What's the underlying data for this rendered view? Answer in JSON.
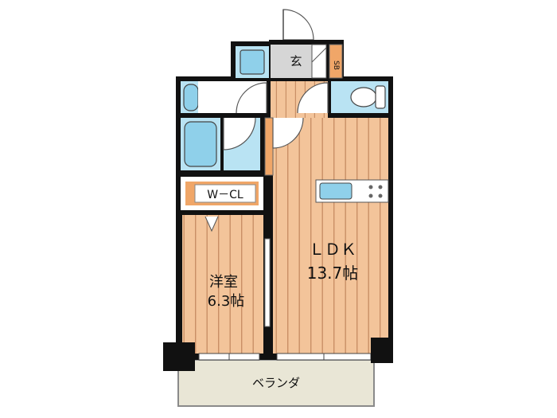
{
  "rooms": {
    "entrance": {
      "label": "玄"
    },
    "shoe_box": {
      "label": "SB"
    },
    "walk_in_closet": {
      "label": "W－CL"
    },
    "ldk": {
      "label": "ＬＤＫ",
      "size": "13.7帖"
    },
    "western_room": {
      "label": "洋室",
      "size": "6.3帖"
    },
    "balcony": {
      "label": "ベランダ"
    }
  },
  "colors": {
    "floor_wood": "#f3c49a",
    "floor_stripe": "#c98f66",
    "wet_area": "#b9e3f3",
    "fixture_blue": "#8fd0ea",
    "entrance_gray": "#d6d6d6",
    "storage_orange": "#f0a668",
    "balcony": "#e9e6d6",
    "wall": "#111111"
  }
}
